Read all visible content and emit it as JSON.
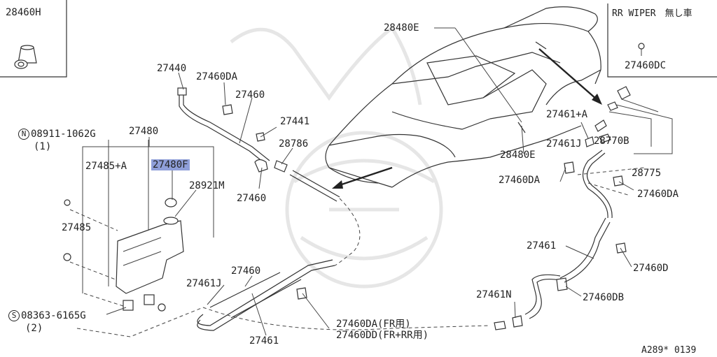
{
  "diagram": {
    "inset_left": {
      "part": "28460H"
    },
    "inset_right": {
      "title": "RR WIPER　無し車",
      "part": "27460DC"
    },
    "labels": {
      "p27440": "27440",
      "p27460DA_top": "27460DA",
      "p27460_top": "27460",
      "p27441": "27441",
      "p28786": "28786",
      "p27460_mid": "27460",
      "n_bolt": "08911-1062G",
      "n_bolt_qty": "(1)",
      "p27480": "27480",
      "p27485A": "27485+A",
      "p27480F": "27480F",
      "p28921M": "28921M",
      "p27485": "27485",
      "s_screw": "08363-6165G",
      "s_screw_qty": "(2)",
      "p27461J_left": "27461J",
      "p27460_bot": "27460",
      "p27461_bot": "27461",
      "p27460DA_fr": "27460DA(FR用)",
      "p27460DD": "27460DD(FR+RR用)",
      "p28480E_top": "28480E",
      "p28480E_mid": "28480E",
      "p27461A": "27461+A",
      "p27461J_right": "27461J",
      "p28770B": "28770B",
      "p28775": "28775",
      "p27460DA_r1": "27460DA",
      "p27460DA_r2": "27460DA",
      "p27461_right": "27461",
      "p27460D": "27460D",
      "p27461N": "27461N",
      "p27460DB": "27460DB",
      "ref": "A289* 0139"
    },
    "prefix_n": "N",
    "prefix_s": "S",
    "highlight_color": "#8f9fd9"
  }
}
